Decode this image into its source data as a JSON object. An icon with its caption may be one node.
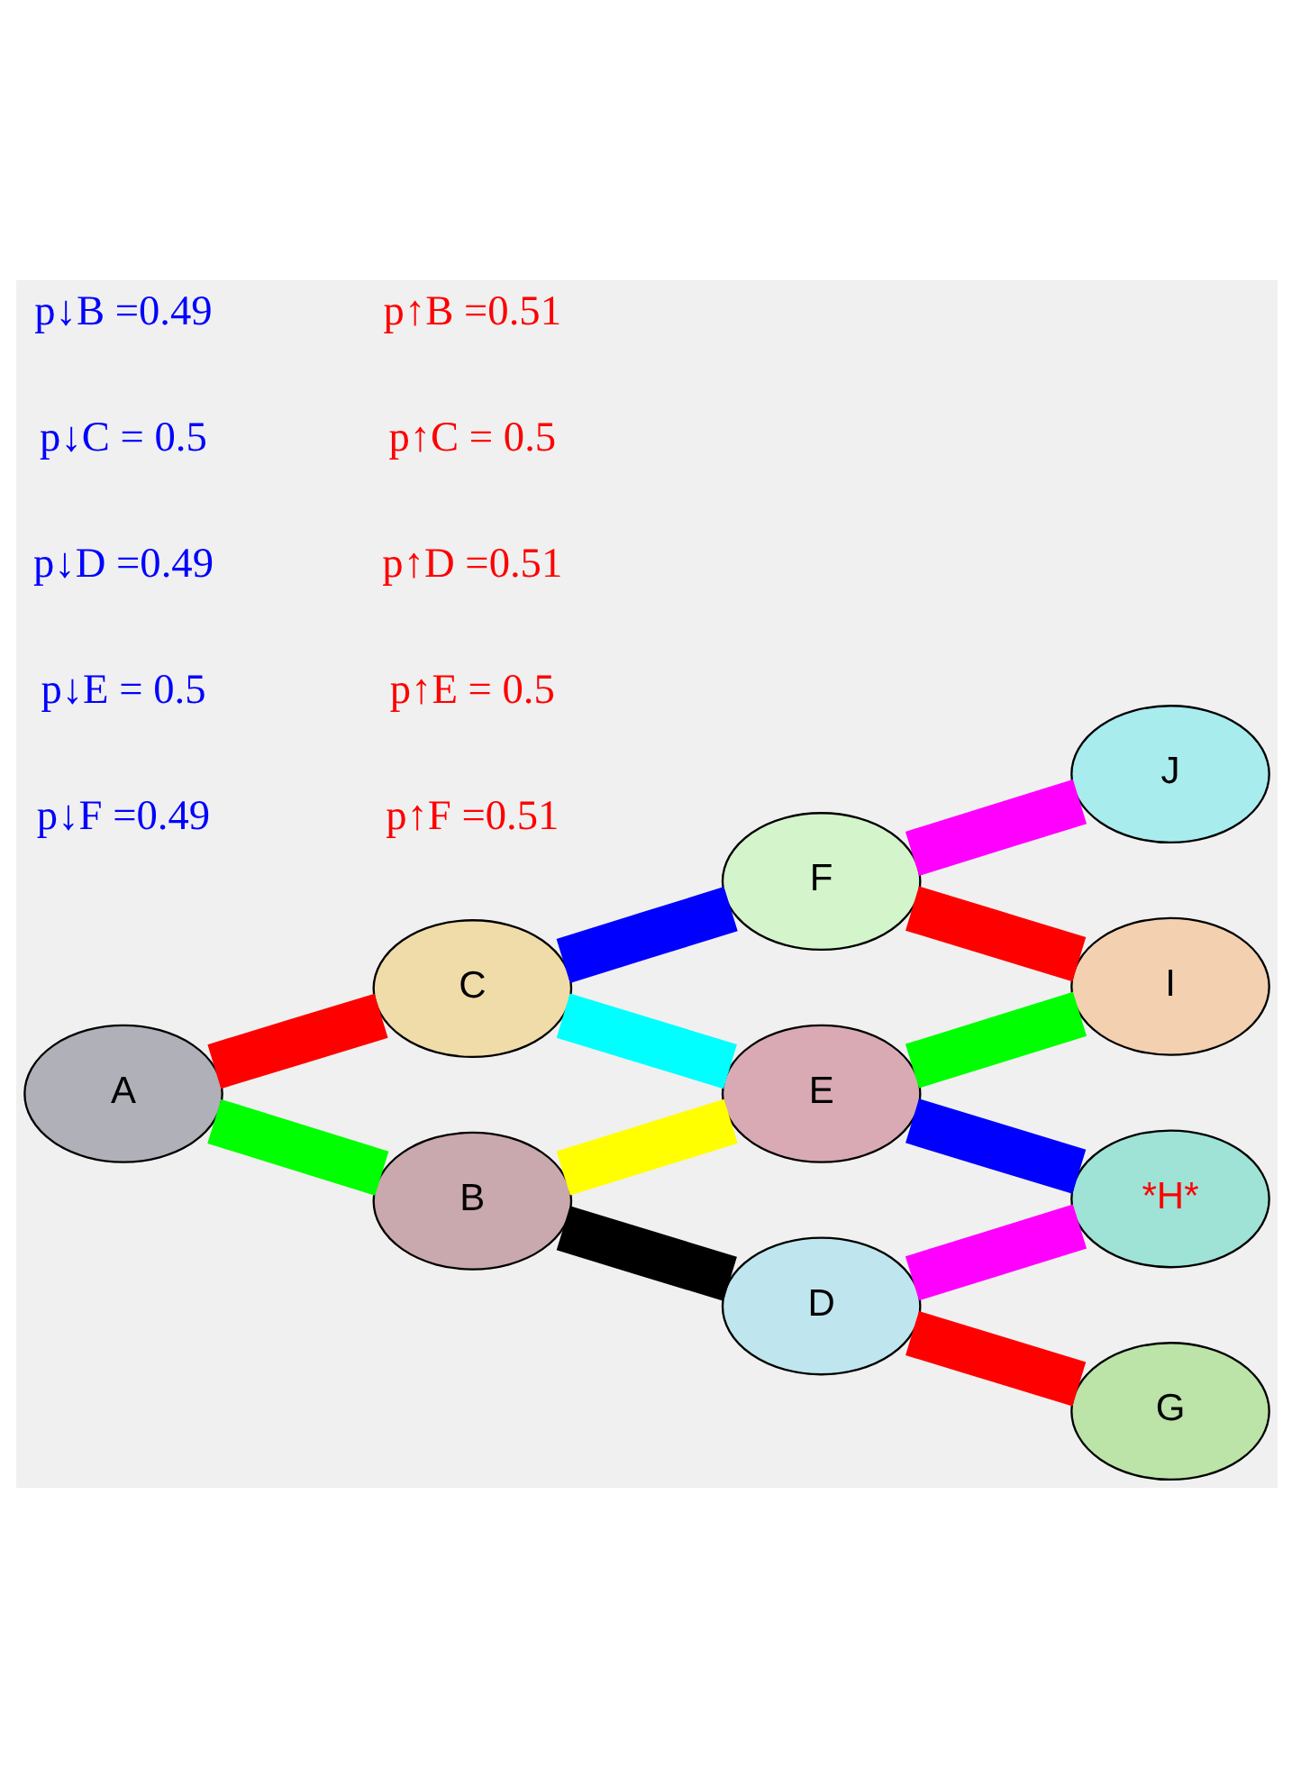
{
  "diagram": {
    "nodes": [
      {
        "text": [
          "A"
        ]
      },
      {
        "text": [
          "B"
        ]
      },
      {
        "text": [
          "C"
        ]
      },
      {
        "text": [
          "D"
        ]
      },
      {
        "text": [
          "E"
        ]
      },
      {
        "text": [
          "F"
        ]
      },
      {
        "text": [
          "G"
        ]
      },
      {
        "text": [
          "*H*"
        ]
      },
      {
        "text": [
          "I"
        ]
      },
      {
        "text": [
          "J"
        ]
      }
    ],
    "edges": [
      {
        "from": 0,
        "to": 2,
        "arrow": "none",
        "color": "#ff0000"
      },
      {
        "from": 0,
        "to": 1,
        "arrow": "none",
        "color": "#00ff00"
      },
      {
        "from": 2,
        "to": 5,
        "arrow": "none",
        "color": "#0000ff"
      },
      {
        "from": 2,
        "to": 4,
        "arrow": "none",
        "color": "#00ffff"
      },
      {
        "from": 1,
        "to": 4,
        "arrow": "none",
        "color": "#ffff00"
      },
      {
        "from": 1,
        "to": 3,
        "arrow": "none",
        "color": "#000000"
      },
      {
        "from": 5,
        "to": 9,
        "arrow": "none",
        "color": "#ff00ff"
      },
      {
        "from": 5,
        "to": 8,
        "arrow": "none",
        "color": "#ff0000"
      },
      {
        "from": 4,
        "to": 8,
        "arrow": "none",
        "color": "#00ff00"
      },
      {
        "from": 4,
        "to": 7,
        "arrow": "none",
        "color": "#0000ff"
      },
      {
        "from": 3,
        "to": 7,
        "arrow": "none",
        "color": "#ff00ff"
      },
      {
        "from": 3,
        "to": 6,
        "arrow": "none",
        "color": "#ff0000"
      }
    ],
    "labels": [
      "p↓B =0.49",
      "p↑B =0.51",
      "p↓C = 0.5",
      "p↑C = 0.5",
      "p↓D =0.49",
      "p↑D =0.51",
      "p↓E = 0.5",
      "p↑E = 0.5",
      "p↓F =0.49",
      "p↑F =0.51"
    ]
  }
}
